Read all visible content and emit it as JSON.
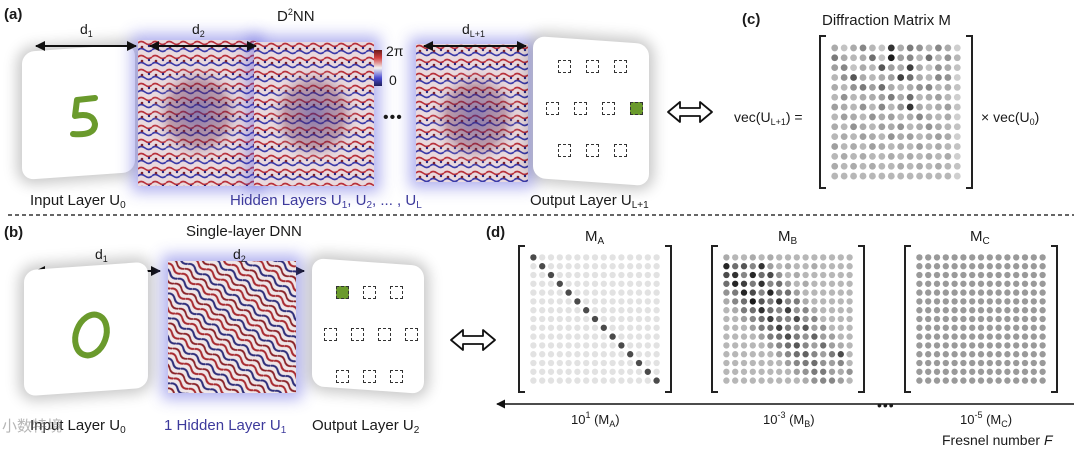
{
  "colors": {
    "green_digit": "#6a9a2c",
    "purple": "#3d3a9c",
    "black": "#111111",
    "colorbar_top": "#6b1a1a",
    "colorbar_mid": "#f2f2f2",
    "colorbar_bottom": "#20205a"
  },
  "panel_a": {
    "label": "(a)",
    "title_main": "D",
    "title_sup": "2",
    "title_rest": "NN",
    "d1": "d",
    "d1_sub": "1",
    "d2": "d",
    "d2_sub": "2",
    "dL": "d",
    "dL_sub": "L+1",
    "colorbar_top": "2π",
    "colorbar_bottom": "0",
    "ellipsis": "•••",
    "input_caption": "Input Layer U",
    "input_sub": "0",
    "hidden_caption_1": "Hidden Layers U",
    "hidden_sub_1": "1",
    "hidden_caption_2": ", U",
    "hidden_sub_2": "2",
    "hidden_caption_3": ", ... , U",
    "hidden_sub_3": "L",
    "output_caption": "Output Layer U",
    "output_sub": "L+1",
    "digit": "5"
  },
  "panel_b": {
    "label": "(b)",
    "title": "Single-layer DNN",
    "d1": "d",
    "d1_sub": "1",
    "d2": "d",
    "d2_sub": "2",
    "input_caption": "Input Layer U",
    "input_sub": "0",
    "hidden_caption": "1 Hidden Layer U",
    "hidden_sub": "1",
    "output_caption": "Output Layer U",
    "output_sub": "2",
    "digit": "0",
    "watermark": "小数特境"
  },
  "panel_c": {
    "label": "(c)",
    "title": "Diffraction Matrix M",
    "lhs": "vec(U",
    "lhs_sub": "L+1",
    "lhs_end": ") =",
    "rhs": "× vec(U",
    "rhs_sub": "0",
    "rhs_end": ")",
    "matrix": [
      [
        0.35,
        0.25,
        0.35,
        0.5,
        0.3,
        0.25,
        0.85,
        0.35,
        0.55,
        0.45,
        0.3,
        0.5,
        0.35,
        0.2
      ],
      [
        0.55,
        0.35,
        0.3,
        0.35,
        0.6,
        0.25,
        0.95,
        0.4,
        0.5,
        0.3,
        0.6,
        0.3,
        0.45,
        0.3
      ],
      [
        0.4,
        0.5,
        0.25,
        0.35,
        0.3,
        0.7,
        0.4,
        0.35,
        0.8,
        0.35,
        0.25,
        0.45,
        0.35,
        0.25
      ],
      [
        0.3,
        0.45,
        0.7,
        0.35,
        0.3,
        0.35,
        0.4,
        0.8,
        0.6,
        0.35,
        0.3,
        0.5,
        0.45,
        0.2
      ],
      [
        0.35,
        0.3,
        0.45,
        0.55,
        0.4,
        0.6,
        0.35,
        0.3,
        0.35,
        0.45,
        0.5,
        0.3,
        0.35,
        0.25
      ],
      [
        0.3,
        0.45,
        0.3,
        0.35,
        0.35,
        0.4,
        0.55,
        0.35,
        0.6,
        0.3,
        0.35,
        0.4,
        0.3,
        0.2
      ],
      [
        0.4,
        0.35,
        0.3,
        0.45,
        0.3,
        0.5,
        0.3,
        0.45,
        0.85,
        0.35,
        0.3,
        0.35,
        0.4,
        0.25
      ],
      [
        0.3,
        0.4,
        0.35,
        0.3,
        0.45,
        0.35,
        0.4,
        0.3,
        0.35,
        0.5,
        0.35,
        0.3,
        0.35,
        0.2
      ],
      [
        0.35,
        0.3,
        0.45,
        0.35,
        0.3,
        0.4,
        0.35,
        0.45,
        0.3,
        0.35,
        0.45,
        0.35,
        0.3,
        0.25
      ],
      [
        0.3,
        0.35,
        0.3,
        0.4,
        0.35,
        0.3,
        0.45,
        0.35,
        0.4,
        0.3,
        0.35,
        0.4,
        0.35,
        0.2
      ],
      [
        0.4,
        0.3,
        0.35,
        0.3,
        0.4,
        0.35,
        0.3,
        0.35,
        0.3,
        0.4,
        0.3,
        0.35,
        0.3,
        0.25
      ],
      [
        0.3,
        0.35,
        0.3,
        0.35,
        0.3,
        0.3,
        0.35,
        0.3,
        0.35,
        0.3,
        0.35,
        0.3,
        0.35,
        0.2
      ],
      [
        0.35,
        0.3,
        0.35,
        0.3,
        0.35,
        0.3,
        0.3,
        0.35,
        0.3,
        0.35,
        0.3,
        0.35,
        0.3,
        0.25
      ],
      [
        0.3,
        0.3,
        0.3,
        0.3,
        0.3,
        0.3,
        0.3,
        0.3,
        0.3,
        0.3,
        0.3,
        0.3,
        0.3,
        0.2
      ]
    ]
  },
  "panel_d": {
    "label": "(d)",
    "ma_title": "M",
    "ma_sub": "A",
    "mb_title": "M",
    "mb_sub": "B",
    "mc_title": "M",
    "mc_sub": "C",
    "axis_a": "10",
    "axis_a_sup": "1",
    "axis_a_rest": " (M",
    "axis_a_sub": "A",
    "axis_a_end": ")",
    "axis_b": "10",
    "axis_b_sup": "-3",
    "axis_b_rest": " (M",
    "axis_b_sub": "B",
    "axis_b_end": ")",
    "axis_c": "10",
    "axis_c_sup": "-5",
    "axis_c_rest": " (M",
    "axis_c_sub": "C",
    "axis_c_end": ")",
    "ellipsis": "•••",
    "axis_title": "Fresnel number ",
    "axis_title_var": "F",
    "mb_matrix": [
      [
        0.35,
        0.3,
        0.3,
        0.35,
        0.3,
        0.35,
        0.3,
        0.3,
        0.3,
        0.3,
        0.3,
        0.3,
        0.3,
        0.3,
        0.3
      ],
      [
        0.9,
        0.6,
        0.7,
        0.5,
        0.85,
        0.4,
        0.3,
        0.35,
        0.3,
        0.3,
        0.35,
        0.3,
        0.3,
        0.3,
        0.3
      ],
      [
        0.75,
        0.85,
        0.5,
        0.9,
        0.6,
        0.75,
        0.45,
        0.3,
        0.35,
        0.3,
        0.3,
        0.3,
        0.3,
        0.3,
        0.3
      ],
      [
        0.6,
        0.9,
        0.8,
        0.55,
        0.85,
        0.5,
        0.6,
        0.4,
        0.3,
        0.35,
        0.3,
        0.3,
        0.3,
        0.3,
        0.3
      ],
      [
        0.45,
        0.55,
        0.9,
        0.75,
        0.5,
        0.9,
        0.55,
        0.6,
        0.4,
        0.3,
        0.3,
        0.3,
        0.3,
        0.3,
        0.3
      ],
      [
        0.35,
        0.5,
        0.6,
        0.95,
        0.7,
        0.55,
        0.85,
        0.5,
        0.55,
        0.35,
        0.3,
        0.3,
        0.3,
        0.3,
        0.3
      ],
      [
        0.3,
        0.35,
        0.55,
        0.6,
        0.85,
        0.6,
        0.5,
        0.8,
        0.45,
        0.5,
        0.35,
        0.3,
        0.3,
        0.3,
        0.3
      ],
      [
        0.3,
        0.3,
        0.4,
        0.5,
        0.6,
        0.8,
        0.55,
        0.5,
        0.75,
        0.45,
        0.5,
        0.3,
        0.3,
        0.3,
        0.3
      ],
      [
        0.3,
        0.3,
        0.3,
        0.4,
        0.55,
        0.6,
        0.8,
        0.55,
        0.45,
        0.7,
        0.4,
        0.45,
        0.3,
        0.3,
        0.3
      ],
      [
        0.3,
        0.3,
        0.3,
        0.3,
        0.4,
        0.55,
        0.6,
        0.75,
        0.55,
        0.45,
        0.65,
        0.4,
        0.4,
        0.3,
        0.3
      ],
      [
        0.3,
        0.3,
        0.3,
        0.3,
        0.3,
        0.4,
        0.5,
        0.6,
        0.7,
        0.5,
        0.4,
        0.6,
        0.4,
        0.35,
        0.3
      ],
      [
        0.3,
        0.3,
        0.3,
        0.3,
        0.3,
        0.3,
        0.4,
        0.5,
        0.6,
        0.65,
        0.5,
        0.4,
        0.55,
        0.75,
        0.3
      ],
      [
        0.3,
        0.3,
        0.3,
        0.3,
        0.3,
        0.3,
        0.3,
        0.4,
        0.5,
        0.55,
        0.6,
        0.45,
        0.4,
        0.5,
        0.3
      ],
      [
        0.3,
        0.3,
        0.3,
        0.3,
        0.3,
        0.3,
        0.3,
        0.3,
        0.4,
        0.45,
        0.55,
        0.55,
        0.4,
        0.35,
        0.45
      ],
      [
        0.3,
        0.3,
        0.3,
        0.3,
        0.3,
        0.3,
        0.3,
        0.3,
        0.3,
        0.35,
        0.45,
        0.5,
        0.5,
        0.4,
        0.3
      ]
    ]
  }
}
